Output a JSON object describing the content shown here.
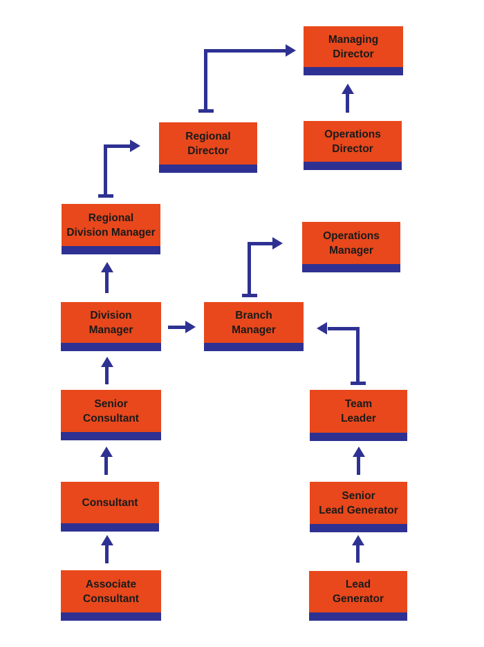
{
  "colors": {
    "background": "#ffffff",
    "box_fill": "#e8481c",
    "box_accent": "#2e3192",
    "connector": "#2e3192",
    "label_text": "#1a1a1a"
  },
  "nodes": [
    {
      "id": "managing-director",
      "label": [
        "Managing",
        "Director"
      ]
    },
    {
      "id": "regional-director",
      "label": [
        "Regional",
        "Director"
      ]
    },
    {
      "id": "operations-director",
      "label": [
        "Operations",
        "Director"
      ]
    },
    {
      "id": "regional-division-manager",
      "label": [
        "Regional",
        "Division Manager"
      ]
    },
    {
      "id": "operations-manager",
      "label": [
        "Operations",
        "Manager"
      ]
    },
    {
      "id": "division-manager",
      "label": [
        "Division",
        "Manager"
      ]
    },
    {
      "id": "branch-manager",
      "label": [
        "Branch",
        "Manager"
      ]
    },
    {
      "id": "senior-consultant",
      "label": [
        "Senior",
        "Consultant"
      ]
    },
    {
      "id": "team-leader",
      "label": [
        "Team",
        "Leader"
      ]
    },
    {
      "id": "consultant",
      "label": [
        "Consultant"
      ]
    },
    {
      "id": "senior-lead-generator",
      "label": [
        "Senior",
        "Lead Generator"
      ]
    },
    {
      "id": "associate-consultant",
      "label": [
        "Associate",
        "Consultant"
      ]
    },
    {
      "id": "lead-generator",
      "label": [
        "Lead",
        "Generator"
      ]
    }
  ],
  "connectors": [
    {
      "id": "associate-consultant-to-consultant",
      "from": "Associate Consultant",
      "to": "Consultant",
      "shape": "straight-up"
    },
    {
      "id": "consultant-to-senior-consultant",
      "from": "Consultant",
      "to": "Senior Consultant",
      "shape": "straight-up"
    },
    {
      "id": "senior-consultant-to-division-manager",
      "from": "Senior Consultant",
      "to": "Division Manager",
      "shape": "straight-up"
    },
    {
      "id": "division-manager-to-regional-division-manager",
      "from": "Division Manager",
      "to": "Regional Division Manager",
      "shape": "straight-up"
    },
    {
      "id": "regional-division-manager-to-regional-director",
      "from": "Regional Division Manager",
      "to": "Regional Director",
      "shape": "elbow-up-right"
    },
    {
      "id": "regional-director-to-managing-director",
      "from": "Regional Director",
      "to": "Managing Director",
      "shape": "elbow-up-right"
    },
    {
      "id": "operations-director-to-managing-director",
      "from": "Operations Director",
      "to": "Managing Director",
      "shape": "straight-up"
    },
    {
      "id": "division-manager-to-branch-manager",
      "from": "Division Manager",
      "to": "Branch Manager",
      "shape": "straight-right"
    },
    {
      "id": "branch-manager-to-operations-manager",
      "from": "Branch Manager",
      "to": "Operations Manager",
      "shape": "elbow-up-right"
    },
    {
      "id": "team-leader-to-branch-manager",
      "from": "Team Leader",
      "to": "Branch Manager",
      "shape": "elbow-up-left"
    },
    {
      "id": "senior-lead-generator-to-team-leader",
      "from": "Senior Lead Generator",
      "to": "Team Leader",
      "shape": "straight-up"
    },
    {
      "id": "lead-generator-to-senior-lead-generator",
      "from": "Lead Generator",
      "to": "Senior Lead Generator",
      "shape": "straight-up"
    }
  ]
}
